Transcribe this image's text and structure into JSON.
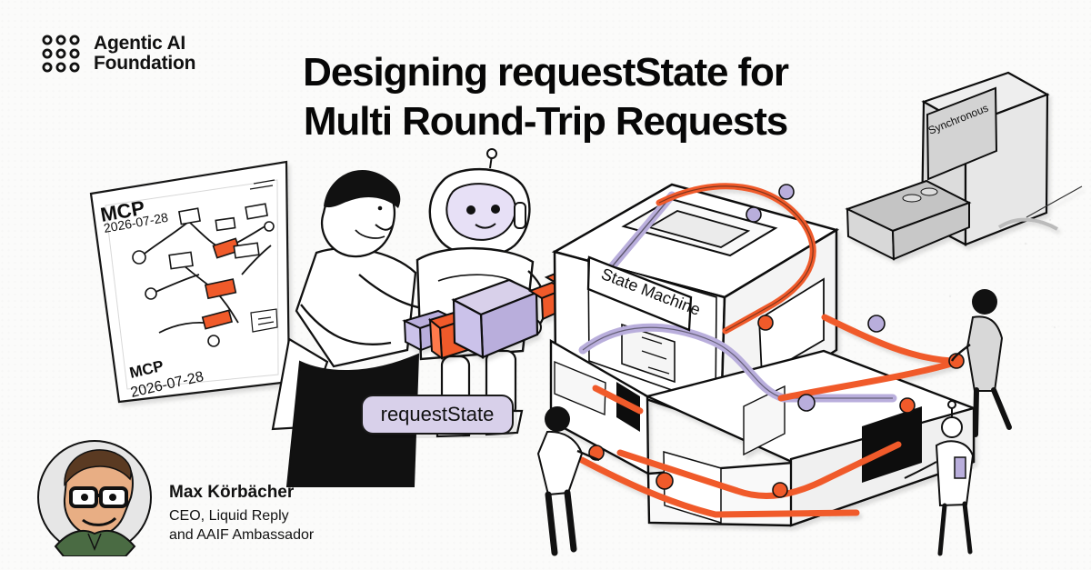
{
  "brand": {
    "line1": "Agentic AI",
    "line2": "Foundation"
  },
  "headline": {
    "line1": "Designing requestState for",
    "line2": "Multi Round-Trip Requests"
  },
  "illustration": {
    "map_label_top": "MCP",
    "map_date_top": "2026-07-28",
    "map_label_bottom": "MCP",
    "map_date_bottom": "2026-07-28",
    "state_machine_label": "State Machine",
    "synchronous_label": "Synchronous",
    "request_state_label": "requestState"
  },
  "speaker": {
    "name": "Max Körbächer",
    "role_line1": "CEO, Liquid Reply",
    "role_line2": "and AAIF Ambassador"
  },
  "colors": {
    "orange": "#f05a2a",
    "lavender": "#b9aedc",
    "ink": "#111111",
    "paper": "#fbfbfa"
  },
  "icons": {
    "logo": "six-dot-logo-icon"
  }
}
